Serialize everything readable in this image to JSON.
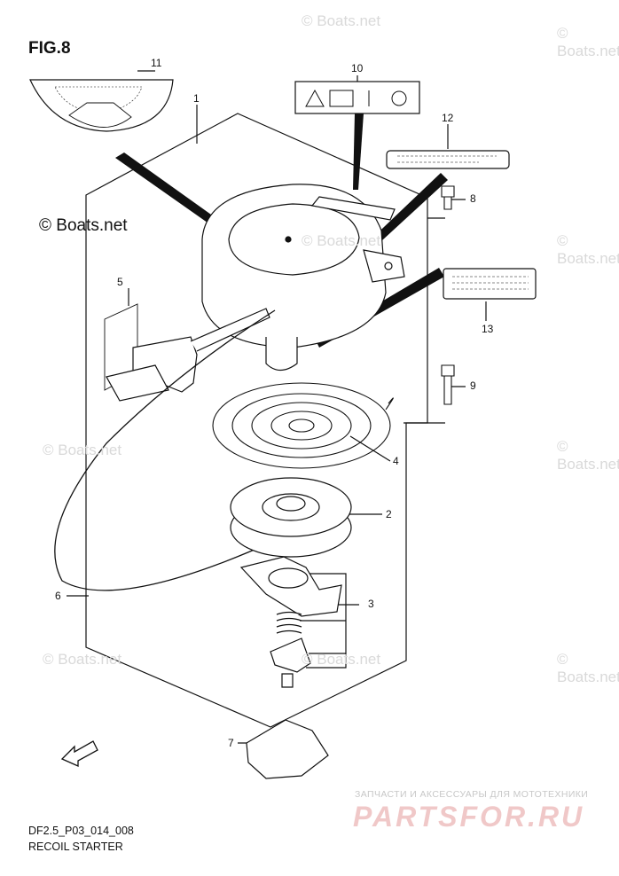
{
  "figure": {
    "title": "FIG.8",
    "code": "DF2.5_P03_014_008",
    "caption": "RECOIL STARTER"
  },
  "watermarks": {
    "boats_main": "© Boats.net",
    "boats_faded": "© Boats.net"
  },
  "footer_brand": {
    "tagline": "ЗАПЧАСТИ И АКСЕССУАРЫ ДЛЯ МОТОТЕХНИКИ",
    "site": "PARTSFOR.RU"
  },
  "callouts": [
    "1",
    "2",
    "3",
    "4",
    "5",
    "6",
    "7",
    "8",
    "9",
    "10",
    "11",
    "12",
    "13"
  ],
  "colors": {
    "ink": "#111111",
    "watermark": "#d9d9d9",
    "brand": "#f0c8c8"
  }
}
